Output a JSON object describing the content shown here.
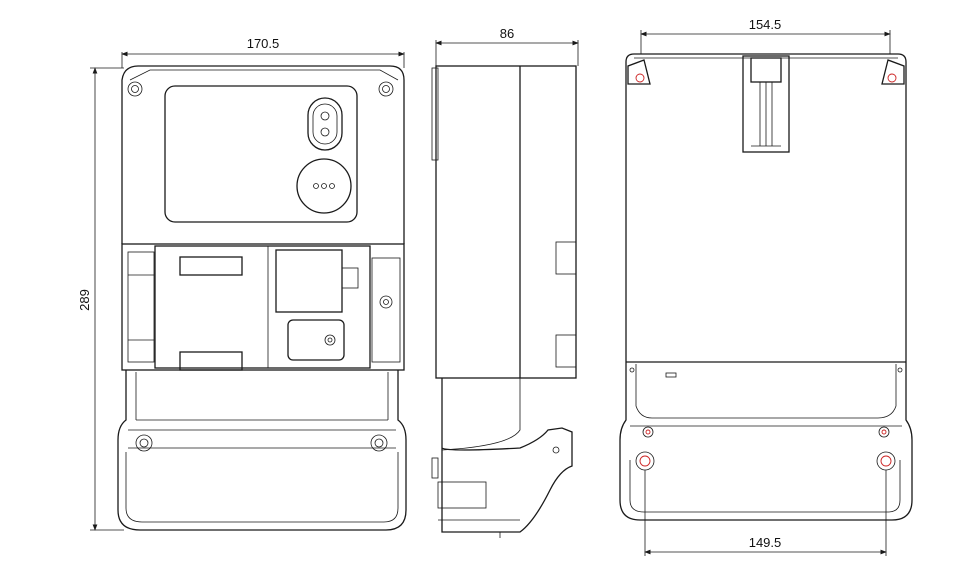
{
  "dimensions": {
    "front_width": "170.5",
    "front_height": "289",
    "side_depth": "86",
    "back_top_width": "154.5",
    "back_bottom_width": "149.5"
  },
  "colors": {
    "line": "#1a1a1a",
    "mounting_hole_accent": "#cc2222",
    "background": "#ffffff"
  }
}
